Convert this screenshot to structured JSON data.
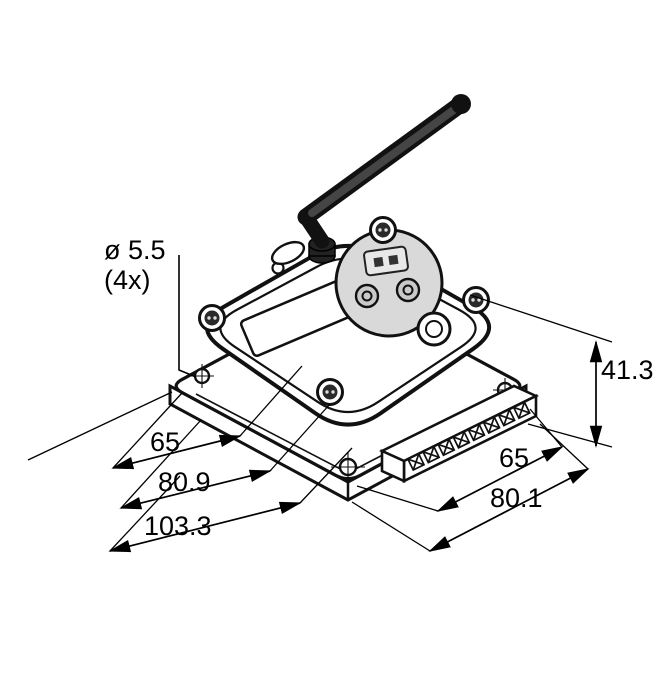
{
  "figure": {
    "kind": "technical-dimension-drawing",
    "subject": "wireless sensor node with antenna, round label area, two buttons, terminal block and mounting flange",
    "background_color": "#ffffff",
    "line_color": "#000000",
    "label_gray": "#d9d9d9"
  },
  "dimensions": {
    "hole": {
      "line1": "ø 5.5",
      "line2": "(4x)"
    },
    "height": "41.3",
    "left": {
      "inner": "65",
      "mid": "80.9",
      "outer": "103.3"
    },
    "right": {
      "inner": "65",
      "outer": "80.1"
    }
  }
}
